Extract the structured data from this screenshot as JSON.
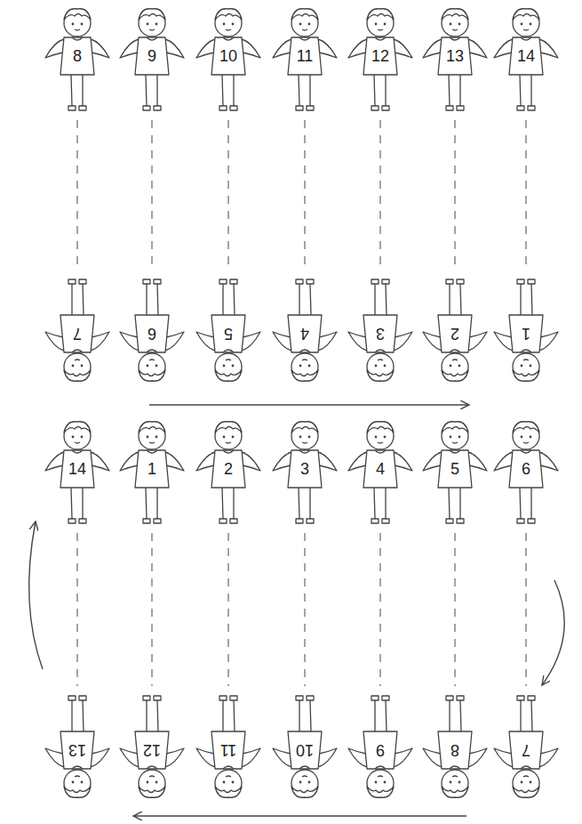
{
  "diagram": {
    "nodes": [
      {
        "text": [
          "8"
        ]
      },
      {
        "text": [
          "9"
        ]
      },
      {
        "text": [
          "10"
        ]
      },
      {
        "text": [
          "11"
        ]
      },
      {
        "text": [
          "12"
        ]
      },
      {
        "text": [
          "13"
        ]
      },
      {
        "text": [
          "14"
        ]
      },
      {
        "text": [
          "7"
        ]
      },
      {
        "text": [
          "6"
        ]
      },
      {
        "text": [
          "5"
        ]
      },
      {
        "text": [
          "4"
        ]
      },
      {
        "text": [
          "3"
        ]
      },
      {
        "text": [
          "2"
        ]
      },
      {
        "text": [
          "1"
        ]
      },
      {
        "text": [
          "14"
        ]
      },
      {
        "text": [
          "1"
        ]
      },
      {
        "text": [
          "2"
        ]
      },
      {
        "text": [
          "3"
        ]
      },
      {
        "text": [
          "4"
        ]
      },
      {
        "text": [
          "5"
        ]
      },
      {
        "text": [
          "6"
        ]
      },
      {
        "text": [
          "13"
        ]
      },
      {
        "text": [
          "12"
        ]
      },
      {
        "text": [
          "11"
        ]
      },
      {
        "text": [
          "10"
        ]
      },
      {
        "text": [
          "9"
        ]
      },
      {
        "text": [
          "8"
        ]
      },
      {
        "text": [
          "7"
        ]
      }
    ],
    "edges": [
      {
        "from": 0,
        "to": 7,
        "arrow": "none"
      },
      {
        "from": 1,
        "to": 8,
        "arrow": "none"
      },
      {
        "from": 2,
        "to": 9,
        "arrow": "none"
      },
      {
        "from": 3,
        "to": 10,
        "arrow": "none"
      },
      {
        "from": 4,
        "to": 11,
        "arrow": "none"
      },
      {
        "from": 5,
        "to": 12,
        "arrow": "none"
      },
      {
        "from": 6,
        "to": 13,
        "arrow": "none"
      },
      {
        "from": 14,
        "to": 21,
        "arrow": "none"
      },
      {
        "from": 15,
        "to": 22,
        "arrow": "none"
      },
      {
        "from": 16,
        "to": 23,
        "arrow": "none"
      },
      {
        "from": 17,
        "to": 24,
        "arrow": "none"
      },
      {
        "from": 18,
        "to": 25,
        "arrow": "none"
      },
      {
        "from": 19,
        "to": 26,
        "arrow": "none"
      },
      {
        "from": 20,
        "to": 27,
        "arrow": "none"
      }
    ]
  }
}
